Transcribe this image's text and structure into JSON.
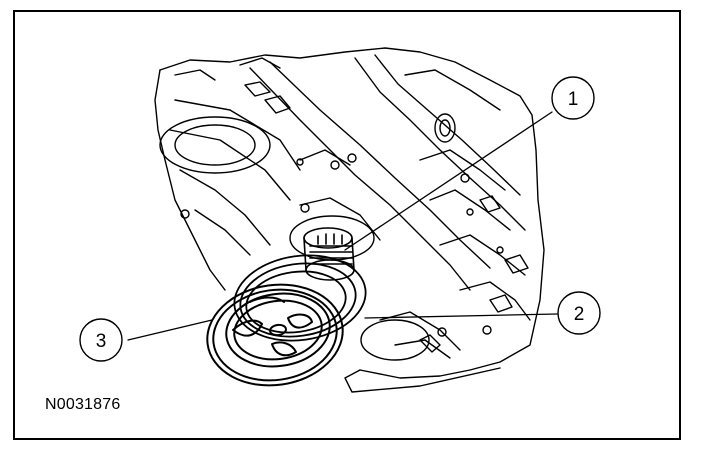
{
  "figure": {
    "id": "N0031876",
    "callouts": [
      {
        "number": "1"
      },
      {
        "number": "2"
      },
      {
        "number": "3"
      }
    ]
  }
}
